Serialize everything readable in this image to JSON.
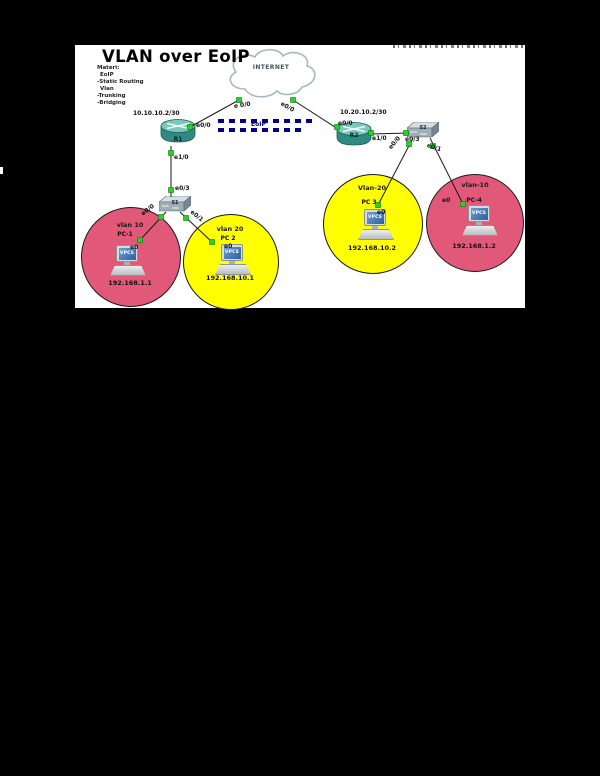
{
  "title": "VLAN over EoIP",
  "notes": {
    "heading": "Materi:",
    "items": [
      "EoIP",
      "-Static Routing",
      "Vlan",
      "-Trunking",
      "-Bridging"
    ]
  },
  "internet": {
    "label": "INTERNET"
  },
  "tunnel": {
    "label": "EoIP",
    "color": "#00008b"
  },
  "devices": {
    "r1": {
      "name": "R1",
      "ip_label": "10.10.10.2/30"
    },
    "r2": {
      "name": "R2",
      "ip_label": "10.20.10.2/30"
    },
    "s1": {
      "name": "S1"
    },
    "s2": {
      "name": "S2"
    }
  },
  "ports": {
    "cloud_left": "e 0/0",
    "cloud_right": "e0/0",
    "r1_wan": "e0/0",
    "r1_lan": "e1/0",
    "s1_trunk": "e0/3",
    "s1_vlan10": "e0/0",
    "s1_vlan20": "e0/1",
    "r2_wan": "e0/0",
    "r2_lan": "e1/0",
    "s2_trunk": "e0/3",
    "s2_vlan20": "e0/0",
    "s2_vlan10": "e0/1"
  },
  "hosts": [
    {
      "vlan": "vlan 10",
      "name": "PC-1",
      "nic": "e0",
      "ip": "192.168.1.1",
      "screen": "VPCS"
    },
    {
      "vlan": "vlan 20",
      "name": "PC 2",
      "nic": "e0",
      "ip": "192.168.10.1",
      "screen": "VPCS"
    },
    {
      "vlan": "Vlan-20",
      "name": "PC 3",
      "nic": "e0",
      "ip": "192.168.10.2",
      "screen": "VPCS"
    },
    {
      "vlan": "vlan-10",
      "name": "PC-4",
      "nic": "e0",
      "ip": "192.168.1.2",
      "screen": "VPCS"
    }
  ],
  "colors": {
    "vlan10": "#e25878",
    "vlan20": "#ffff00",
    "status_up": "#24d324"
  }
}
